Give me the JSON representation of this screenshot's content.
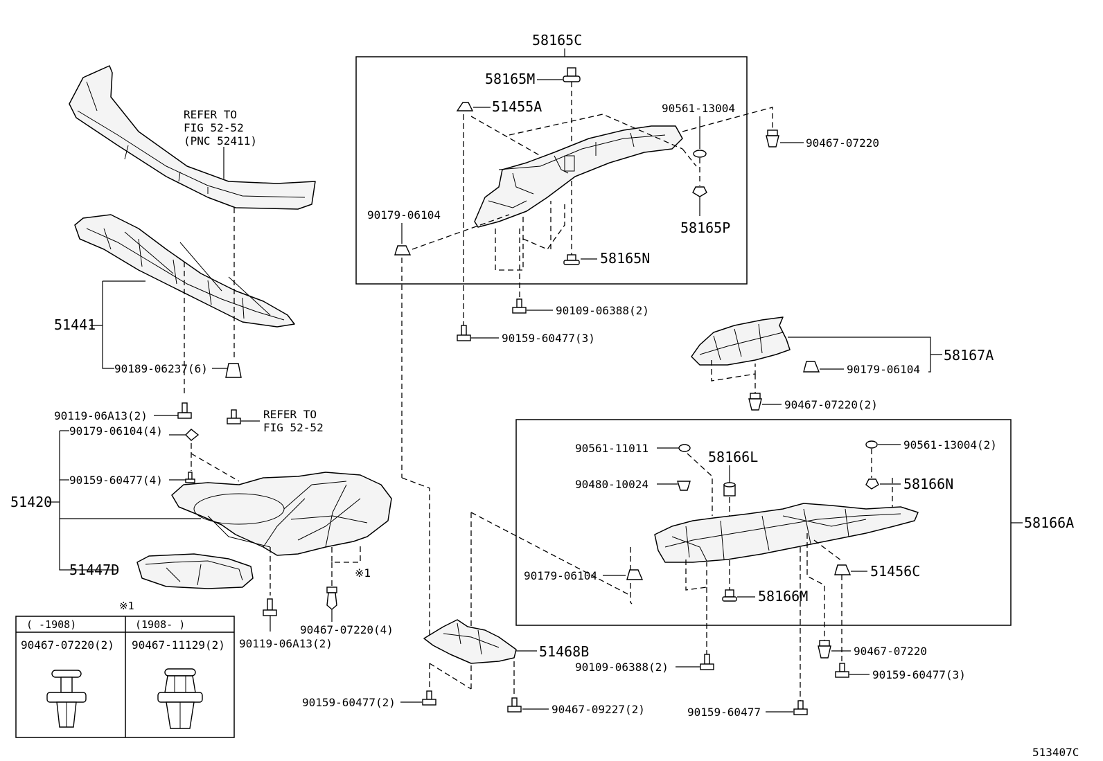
{
  "labels": {
    "p58165C": "58165C",
    "p58165M": "58165M",
    "p51455A": "51455A",
    "p90561_13004": "90561-13004",
    "p90467_07220_a": "90467-07220",
    "p90179_06104_a": "90179-06104",
    "p58165P": "58165P",
    "p58165N": "58165N",
    "p90109_06388_2a": "90109-06388(2)",
    "p90159_60477_3a": "90159-60477(3)",
    "refer1_l1": "REFER TO",
    "refer1_l2": "FIG 52-52",
    "refer1_l3": "(PNC 52411)",
    "p51441": "51441",
    "p90189_06237_6": "90189-06237(6)",
    "p90119_06A13_2a": "90119-06A13(2)",
    "refer2_l1": "REFER TO",
    "refer2_l2": "FIG 52-52",
    "p90179_06104_4": "90179-06104(4)",
    "p90159_60477_4": "90159-60477(4)",
    "p51420": "51420",
    "p51447D": "51447D",
    "note_mark": "※1",
    "p90467_07220_4": "90467-07220(4)",
    "p90119_06A13_2b": "90119-06A13(2)",
    "p58167A": "58167A",
    "p90179_06104_b": "90179-06104",
    "p90467_07220_2": "90467-07220(2)",
    "p90561_11011": "90561-11011",
    "p58166L": "58166L",
    "p90561_13004_2": "90561-13004(2)",
    "p90480_10024": "90480-10024",
    "p58166N": "58166N",
    "p58166A": "58166A",
    "p90179_06104_c": "90179-06104",
    "p51456C": "51456C",
    "p58166M": "58166M",
    "p51468B": "51468B",
    "p90109_06388_2b": "90109-06388(2)",
    "p90467_07220_b": "90467-07220",
    "p90159_60477_3b": "90159-60477(3)",
    "p90159_60477_2": "90159-60477(2)",
    "p90467_09227_2": "90467-09227(2)",
    "p90159_60477_b": "90159-60477",
    "diagram_id": "513407C"
  },
  "legend_table": {
    "title": "※1",
    "col1_header": "(   -1908)",
    "col2_header": "(1908-   )",
    "col1_part": "90467-07220(2)",
    "col2_part": "90467-11129(2)"
  }
}
